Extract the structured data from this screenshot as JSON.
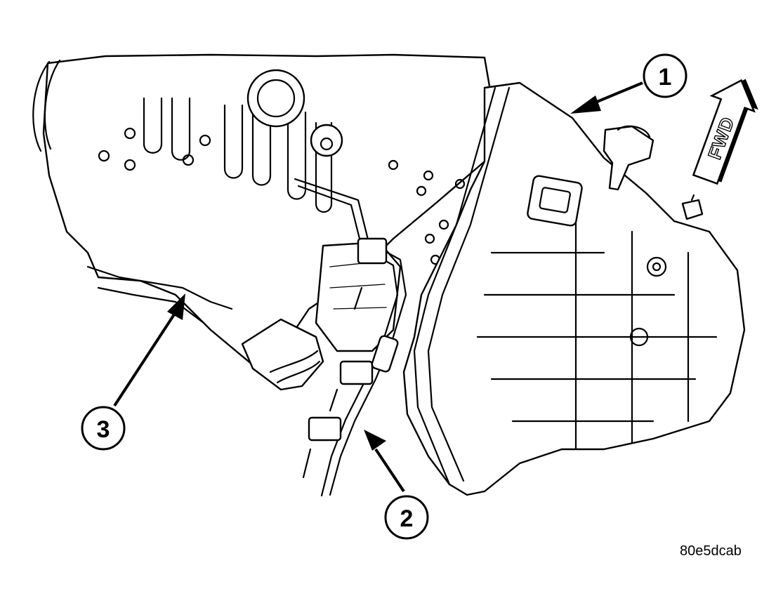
{
  "callouts": [
    {
      "number": "1"
    },
    {
      "number": "2"
    },
    {
      "number": "3"
    }
  ],
  "direction_label": "FWD",
  "reference_code": "80e5dcab"
}
